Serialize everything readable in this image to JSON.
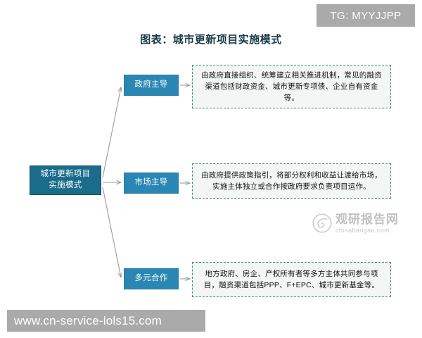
{
  "chart": {
    "title": "图表：城市更新项目实施模式",
    "root": {
      "line1": "城市更新项目",
      "line2": "实施模式"
    },
    "branches": [
      {
        "label": "政府主导",
        "description": "由政府直接组织、统筹建立相关推进机制，常见的融资渠道包括财政资金、城市更新专项债、企业自有资金等。"
      },
      {
        "label": "市场主导",
        "description": "由政府提供政策指引，将部分权利和收益让渡给市场，实施主体独立或合作按政府要求负责项目运作。"
      },
      {
        "label": "多元合作",
        "description": "地方政府、房企、产权所有者等多方主体共同参与项目，融资渠道包括PPP、F+EPC、城市更新基金等。"
      }
    ]
  },
  "watermarks": {
    "top_right": "TG: MYYJJPP",
    "bottom_left": "www.cn-service-lols15.com",
    "logo_cn": "观研报告网",
    "logo_en": "chinabaogao.com"
  },
  "colors": {
    "root_node": "#1b6b8a",
    "branch_node": "#2a87b4",
    "desc_border": "#3d8d85",
    "desc_fill": "#f3f6f4",
    "connector": "#9a9a9a",
    "title_text": "#1a3a4a",
    "watermark_bar": "#aaaaaa"
  }
}
